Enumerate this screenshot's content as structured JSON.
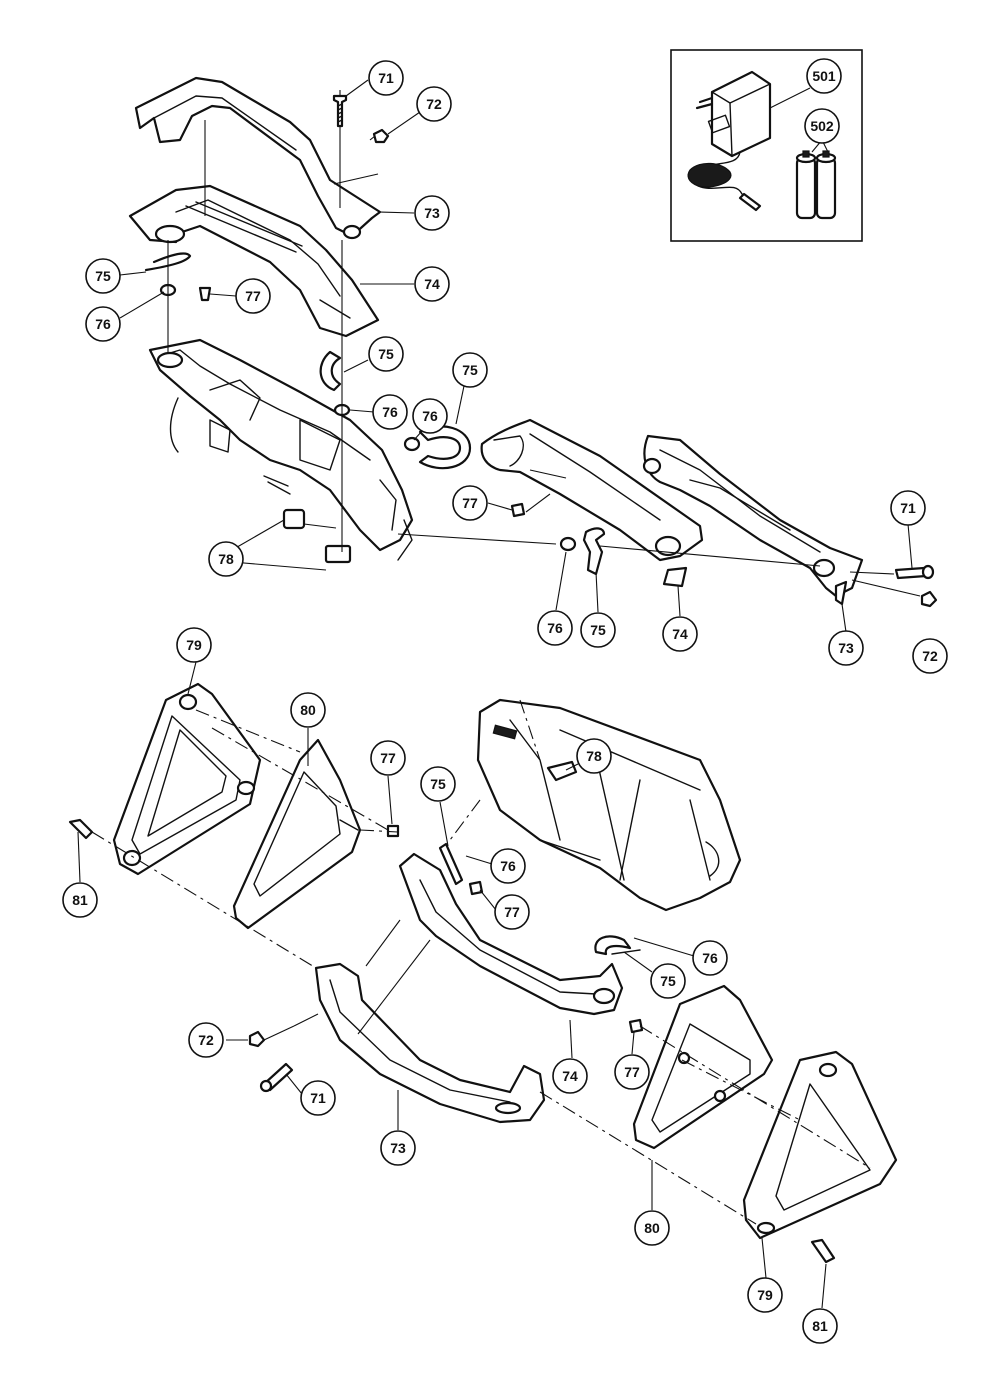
{
  "callouts": [
    {
      "id": "c71a",
      "label": "71"
    },
    {
      "id": "c72a",
      "label": "72"
    },
    {
      "id": "c73a",
      "label": "73"
    },
    {
      "id": "c74a",
      "label": "74"
    },
    {
      "id": "c75a",
      "label": "75"
    },
    {
      "id": "c77a",
      "label": "77"
    },
    {
      "id": "c76a",
      "label": "76"
    },
    {
      "id": "c75b",
      "label": "75"
    },
    {
      "id": "c76b",
      "label": "76"
    },
    {
      "id": "c76c",
      "label": "76"
    },
    {
      "id": "c75c",
      "label": "75"
    },
    {
      "id": "c77b",
      "label": "77"
    },
    {
      "id": "c78a",
      "label": "78"
    },
    {
      "id": "c76d",
      "label": "76"
    },
    {
      "id": "c75d",
      "label": "75"
    },
    {
      "id": "c74b",
      "label": "74"
    },
    {
      "id": "c71b",
      "label": "71"
    },
    {
      "id": "c73b",
      "label": "73"
    },
    {
      "id": "c72b",
      "label": "72"
    },
    {
      "id": "c501",
      "label": "501"
    },
    {
      "id": "c502",
      "label": "502"
    },
    {
      "id": "c79a",
      "label": "79"
    },
    {
      "id": "c80a",
      "label": "80"
    },
    {
      "id": "c77c",
      "label": "77"
    },
    {
      "id": "c81a",
      "label": "81"
    },
    {
      "id": "c75e",
      "label": "75"
    },
    {
      "id": "c78b",
      "label": "78"
    },
    {
      "id": "c76e",
      "label": "76"
    },
    {
      "id": "c77d",
      "label": "77"
    },
    {
      "id": "c76f",
      "label": "76"
    },
    {
      "id": "c75f",
      "label": "75"
    },
    {
      "id": "c72c",
      "label": "72"
    },
    {
      "id": "c74c",
      "label": "74"
    },
    {
      "id": "c77e",
      "label": "77"
    },
    {
      "id": "c71c",
      "label": "71"
    },
    {
      "id": "c73c",
      "label": "73"
    },
    {
      "id": "c80b",
      "label": "80"
    },
    {
      "id": "c79b",
      "label": "79"
    },
    {
      "id": "c81b",
      "label": "81"
    }
  ]
}
